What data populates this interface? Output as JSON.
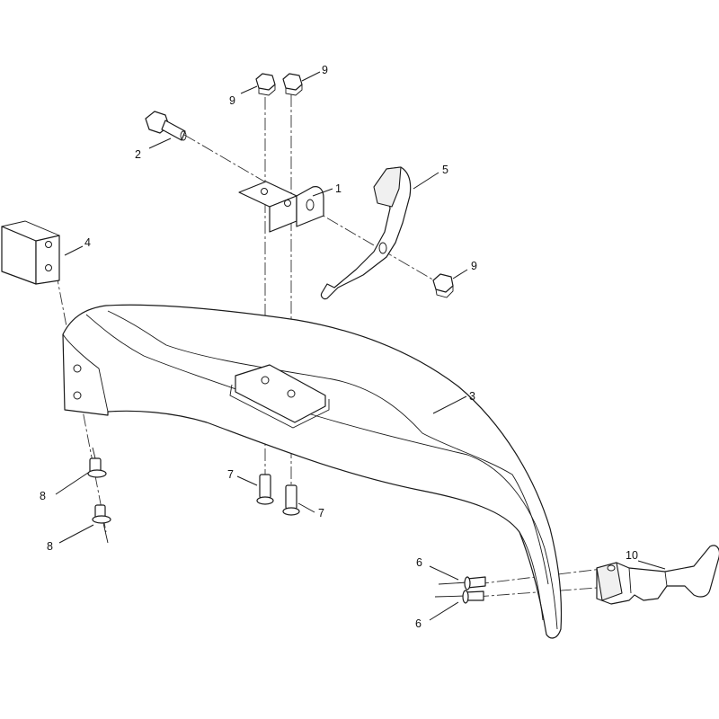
{
  "callouts": {
    "c1": "1",
    "c2": "2",
    "c3": "3",
    "c4": "4",
    "c5": "5",
    "c6a": "6",
    "c6b": "6",
    "c7a": "7",
    "c7b": "7",
    "c8a": "8",
    "c8b": "8",
    "c9a": "9",
    "c9b": "9",
    "c9c": "9",
    "c10": "10"
  },
  "colors": {
    "line": "#1a1a1a",
    "background": "#ffffff"
  }
}
